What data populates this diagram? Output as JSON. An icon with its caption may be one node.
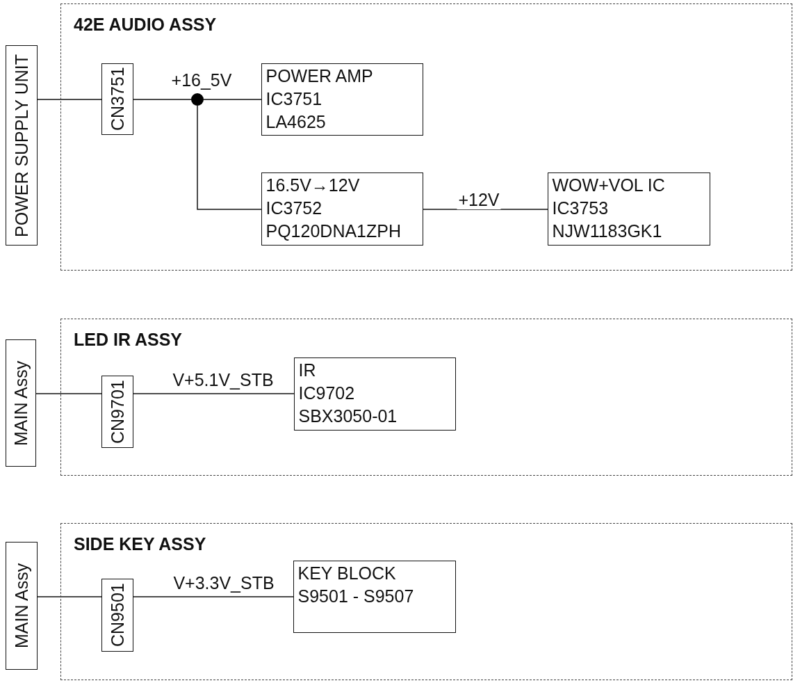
{
  "diagram": {
    "nodes": [
      {
        "text": [
          "42E AUDIO ASSY"
        ]
      },
      {
        "text": [
          "POWER SUPPLY UNIT"
        ]
      },
      {
        "text": [
          "CN3751"
        ],
        "in": 0
      },
      {
        "text": [],
        "shape": "circle",
        "in": 0
      },
      {
        "text": [
          "POWER AMP",
          "IC3751",
          "LA4625"
        ],
        "in": 0
      },
      {
        "text": [
          "16.5V→12V",
          "IC3752",
          "PQ120DNA1ZPH"
        ],
        "in": 0
      },
      {
        "text": [
          "WOW+VOL IC",
          "IC3753",
          "NJW1183GK1"
        ],
        "in": 0
      },
      {
        "text": [
          "LED IR ASSY"
        ]
      },
      {
        "text": [
          "MAIN Assy"
        ]
      },
      {
        "text": [
          "CN9701"
        ],
        "in": 7
      },
      {
        "text": [
          "IR",
          "IC9702",
          "SBX3050-01"
        ],
        "in": 7
      },
      {
        "text": [
          "SIDE KEY ASSY"
        ]
      },
      {
        "text": [
          "MAIN Assy"
        ]
      },
      {
        "text": [
          "CN9501"
        ],
        "in": 11
      },
      {
        "text": [
          "KEY BLOCK",
          "S9501 - S9507"
        ],
        "in": 11
      }
    ],
    "edges": [
      {
        "from": 1,
        "to": 2,
        "arrow": "none"
      },
      {
        "from": 2,
        "to": 3,
        "arrow": "none",
        "label": "+16_5V"
      },
      {
        "from": 3,
        "to": 4,
        "arrow": "none"
      },
      {
        "from": 3,
        "to": 5,
        "arrow": "none"
      },
      {
        "from": 5,
        "to": 6,
        "arrow": "none",
        "label": "+12V"
      },
      {
        "from": 8,
        "to": 9,
        "arrow": "none"
      },
      {
        "from": 9,
        "to": 10,
        "arrow": "none",
        "label": "V+5.1V_STB"
      },
      {
        "from": 12,
        "to": 13,
        "arrow": "none"
      },
      {
        "from": 13,
        "to": 14,
        "arrow": "none",
        "label": "V+3.3V_STB"
      }
    ]
  }
}
